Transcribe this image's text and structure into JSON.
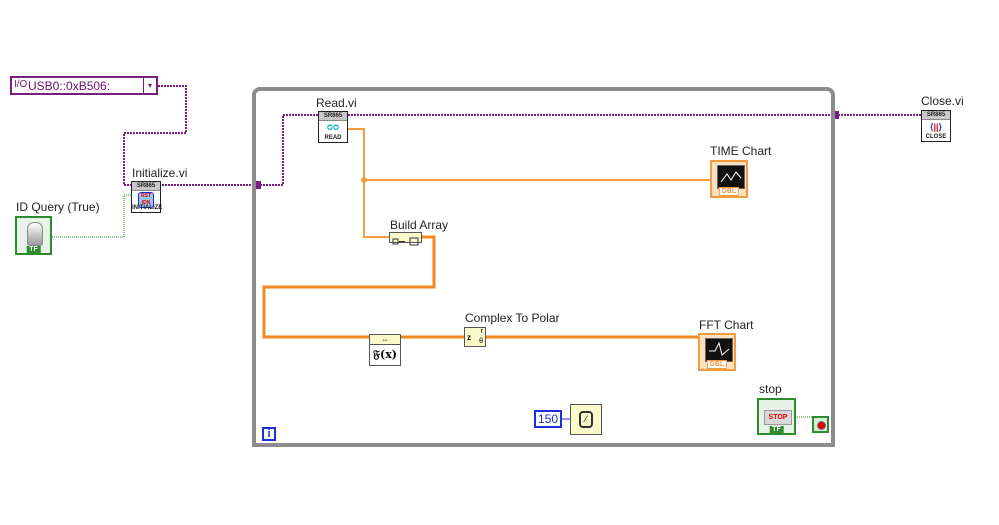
{
  "diagram": {
    "type": "LabVIEW block diagram",
    "structures": {
      "while_loop": {
        "iteration_terminal": "i"
      }
    },
    "controls": {
      "visa_resource": {
        "value": "USB0::0xB506:",
        "icon": "visa-io-icon",
        "dropdown_icon": "▾"
      },
      "id_query": {
        "label": "ID Query (True)",
        "type_badge": "TF"
      },
      "stop": {
        "label": "stop",
        "button_text": "STOP",
        "type_badge": "TF"
      }
    },
    "subvis": {
      "initialize": {
        "label": "Initialize.vi",
        "header": "SR865",
        "footer": "INITIALIZE",
        "glyph": "RST IDN"
      },
      "read": {
        "label": "Read.vi",
        "header": "SR865",
        "footer": "READ",
        "glyph": "👓"
      },
      "close": {
        "label": "Close.vi",
        "header": "SR865",
        "footer": "CLOSE",
        "glyph": "⟨|⟩"
      }
    },
    "functions": {
      "build_array": {
        "label": "Build Array"
      },
      "fft": {
        "glyph": "𝔉(x)",
        "header_glyph": "⇔"
      },
      "complex_to_polar": {
        "label": "Complex To Polar",
        "in": "z",
        "out_r": "r",
        "out_theta": "θ"
      },
      "wait_ms": {
        "constant": "150",
        "icon": "watch-icon"
      }
    },
    "indicators": {
      "time_chart": {
        "label": "TIME Chart",
        "type_badge": "DBL"
      },
      "fft_chart": {
        "label": "FFT Chart",
        "type_badge": "DBL"
      }
    },
    "colors": {
      "visa_wire": "#7a1d80",
      "dbl_wire": "#f29b3f",
      "bool_wire": "#2e8b2e",
      "loop_border": "#8c8c8c",
      "i32_blue": "#1f2ddb"
    }
  }
}
